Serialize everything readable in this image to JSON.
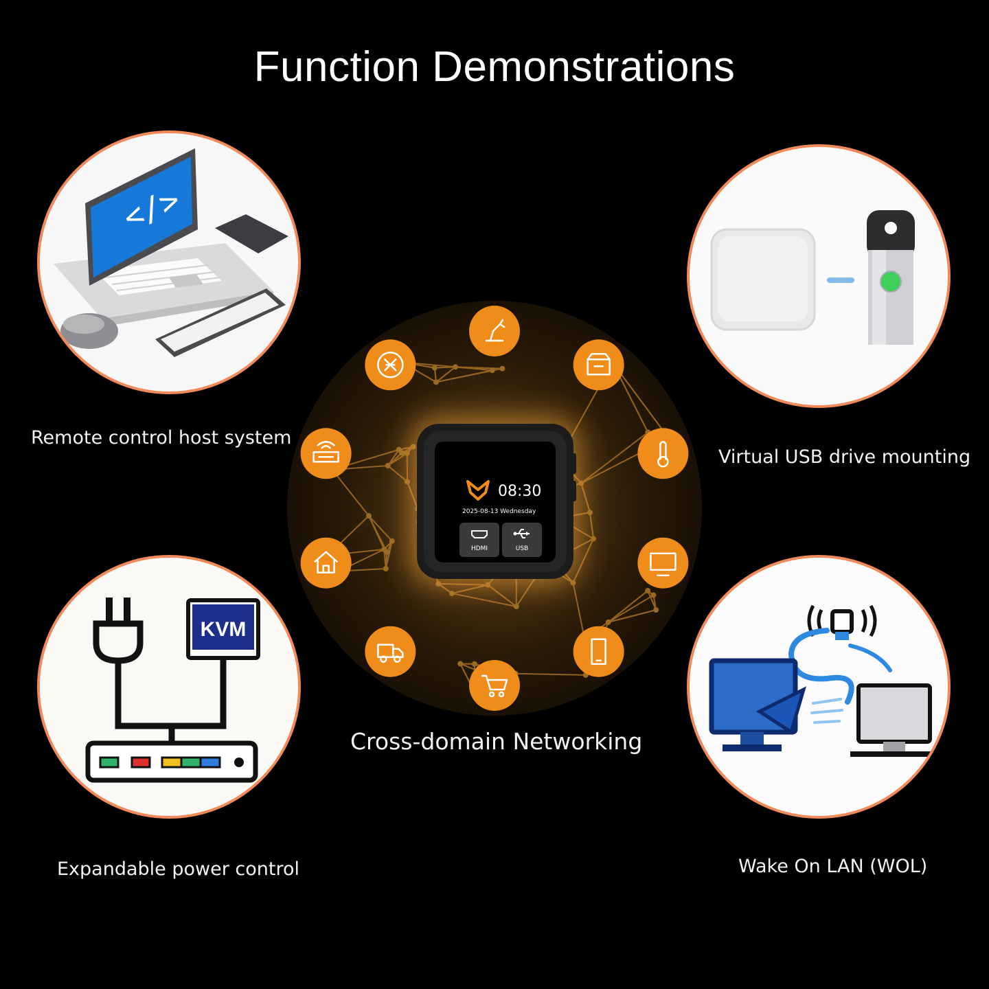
{
  "title": "Function Demonstrations",
  "features": {
    "remote_control": {
      "label": "Remote control host system"
    },
    "usb_mount": {
      "label": "Virtual USB drive mounting"
    },
    "power_control": {
      "label": "Expandable power control",
      "kvm_text": "KVM"
    },
    "wol": {
      "label": "Wake On LAN (WOL)"
    },
    "networking": {
      "label": "Cross-domain Networking"
    }
  },
  "device": {
    "time": "08:30",
    "date": "2025-08-13  Wednesday",
    "ports": [
      "HDMI",
      "USB"
    ]
  },
  "hub_icons": [
    "robot-arm-icon",
    "box-icon",
    "thermometer-icon",
    "monitor-icon",
    "phone-icon",
    "cart-icon",
    "truck-icon",
    "home-icon",
    "router-icon",
    "satellite-icon"
  ],
  "colors": {
    "accent": "#f08c1a",
    "ring": "#f08a5a",
    "network": "#b87a2a"
  }
}
